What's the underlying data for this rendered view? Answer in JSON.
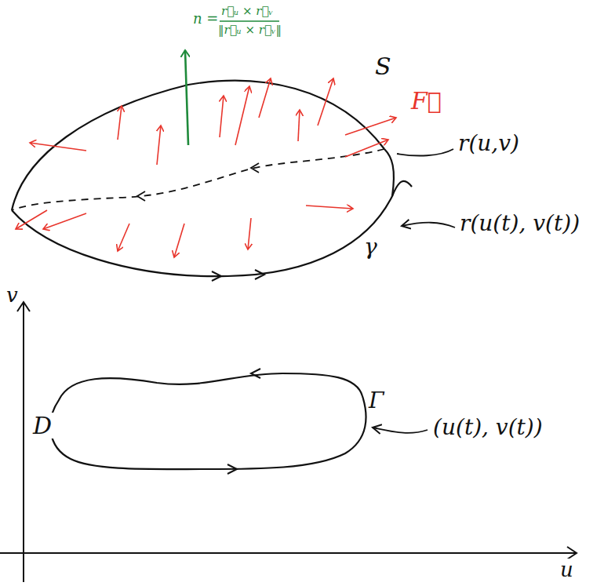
{
  "diagram": {
    "labels": [
      "n =",
      "r⃗ᵤ × r⃗ᵥ",
      "‖r⃗ᵤ × r⃗ᵥ‖",
      "S",
      "F⃗",
      "r(u,v)",
      "γ",
      "r(u(t), v(t))",
      "v",
      "D",
      "Γ",
      "(u(t), v(t))",
      "u"
    ]
  }
}
